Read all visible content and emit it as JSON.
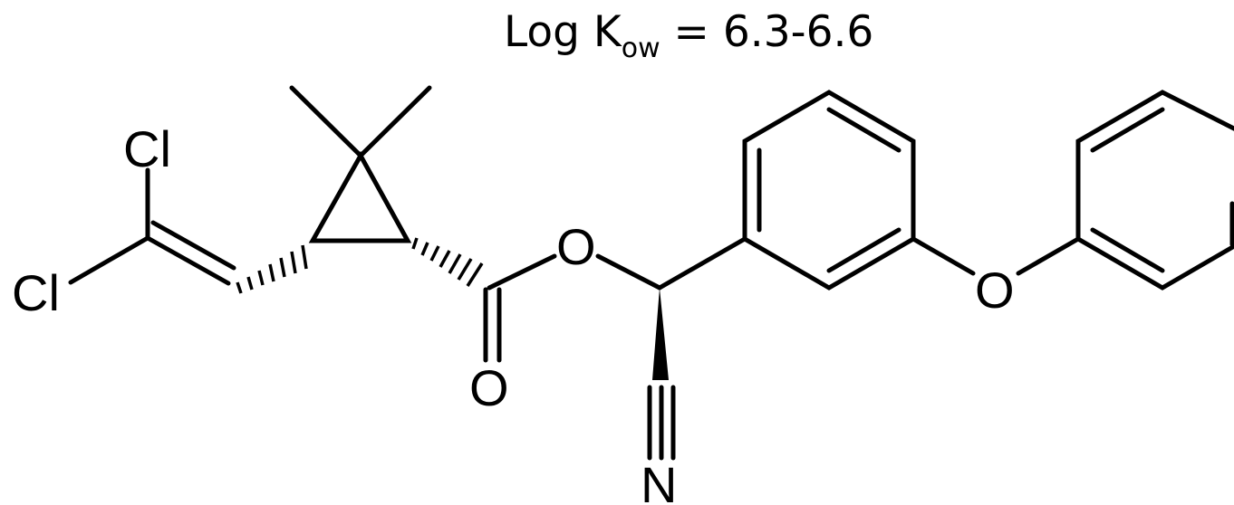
{
  "formula_label": {
    "prefix": "Log K",
    "subscript": "ow",
    "suffix": " = 6.3-6.6"
  },
  "atoms": {
    "cl_top": "Cl",
    "cl_left": "Cl",
    "o_ester": "O",
    "o_carbonyl": "O",
    "o_ether": "O",
    "n_nitrile": "N"
  },
  "colors": {
    "ink": "#000000",
    "background": "#ffffff"
  }
}
